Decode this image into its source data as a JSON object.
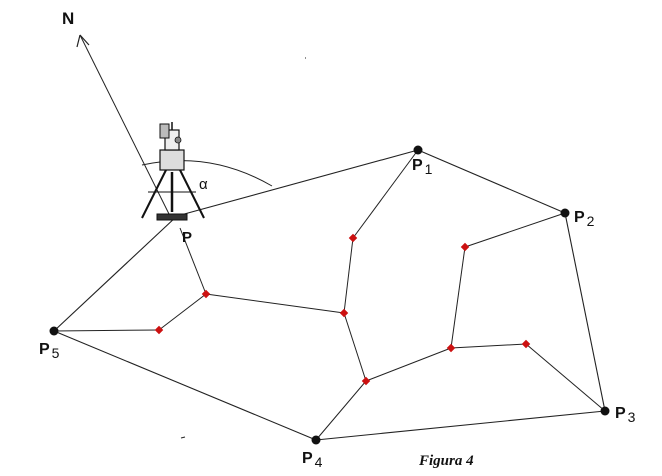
{
  "north_label": "N",
  "angle_label": "α",
  "station": {
    "name": "P"
  },
  "points": [
    {
      "letter": "P",
      "sub": "1"
    },
    {
      "letter": "P",
      "sub": "2"
    },
    {
      "letter": "P",
      "sub": "3"
    },
    {
      "letter": "P",
      "sub": "4"
    },
    {
      "letter": "P",
      "sub": "5"
    }
  ],
  "caption": "Figura 4",
  "colors": {
    "line": "#222222",
    "vertex": "#111111",
    "node": "#cc1111"
  },
  "icons": {
    "instrument": "total-station-tripod-icon",
    "north_arrow": "north-arrow-icon"
  }
}
